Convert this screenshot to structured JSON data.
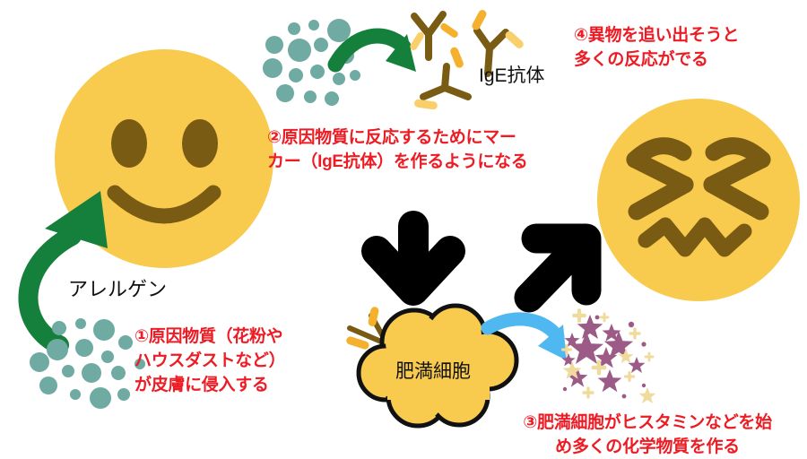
{
  "diagram": {
    "title_semantic": "allergy-mechanism-diagram",
    "background_color": "#FFFFFF"
  },
  "colors": {
    "face_yellow": "#F8CB4F",
    "face_brown": "#7A5B13",
    "allergen_teal": "#6FAAA3",
    "arrow_green": "#14803C",
    "arrow_black": "#000000",
    "arrow_blue": "#4FB8F0",
    "antibody_brown": "#7A5B13",
    "antibody_orange": "#F5B02E",
    "antibody_orange_light": "#F9CF6B",
    "mast_cell_fill": "#F8CB4F",
    "mast_cell_outline": "#111111",
    "histamine_purple": "#9C5B87",
    "histamine_yellow": "#F5E3A8",
    "caption_red": "#ED1C24",
    "label_black": "#111111"
  },
  "captions": {
    "step1": "①原因物質（花粉や\nハウスダストなど）\nが皮膚に侵入する",
    "step2": "②原因物質に反応するためにマー\nカー（IgE抗体）を作るようになる",
    "step3": "③肥満細胞がヒスタミンなどを始\nめ多くの化学物質を作る",
    "step4": "④異物を追い出そうと\n多くの反応がでる"
  },
  "labels": {
    "allergen": "アレルゲン",
    "ige_antibody": "IgE抗体",
    "mast_cell": "肥満細胞"
  },
  "icons": {
    "face_smiling": "smiling-face-icon",
    "face_confounded": "confounded-face-icon",
    "allergen_cluster_left": "allergen-particles-icon",
    "allergen_cluster_top": "allergen-particles-icon",
    "antibody_group": "ige-antibody-icon",
    "mast_cell": "mast-cell-icon",
    "histamine_sparkles": "histamine-particles-icon",
    "arrow_green_curved_up": "curved-arrow-up-icon",
    "arrow_green_curved_right": "curved-arrow-right-icon",
    "arrow_black_down": "arrow-down-icon",
    "arrow_black_up_right": "arrow-up-right-icon",
    "arrow_blue_curved": "curved-arrow-right-icon"
  }
}
